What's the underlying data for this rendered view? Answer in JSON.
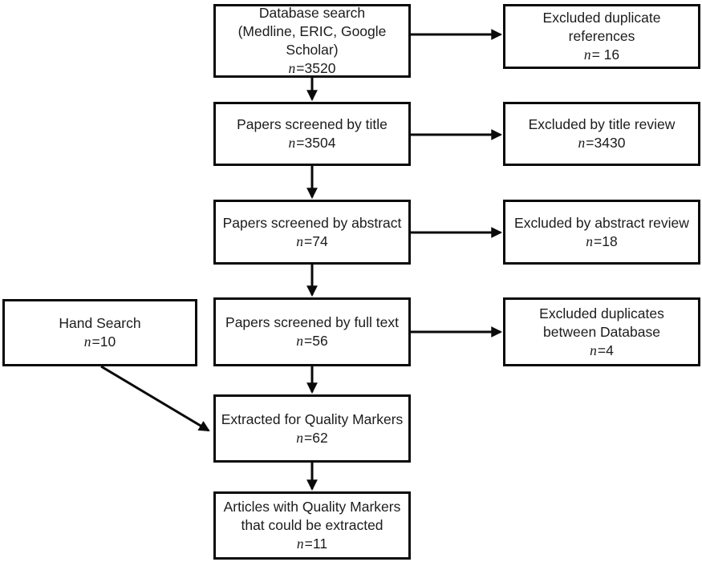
{
  "n_symbol": "n",
  "colors": {
    "stroke": "#0a0a0a",
    "background": "#ffffff",
    "text": "#1c1c1c"
  },
  "boxes": {
    "database_search": {
      "lines": [
        "Database search",
        "(Medline, ERIC, Google Scholar)"
      ],
      "n": "=3520"
    },
    "excluded_duplicate_references": {
      "lines": [
        "Excluded duplicate",
        "references"
      ],
      "n": "= 16"
    },
    "papers_screened_by_title": {
      "lines": [
        "Papers screened by title"
      ],
      "n": "=3504"
    },
    "excluded_by_title_review": {
      "lines": [
        "Excluded by title review"
      ],
      "n": "=3430"
    },
    "papers_screened_by_abstract": {
      "lines": [
        "Papers screened by abstract"
      ],
      "n": "=74"
    },
    "excluded_by_abstract_review": {
      "lines": [
        "Excluded by abstract review"
      ],
      "n": "=18"
    },
    "papers_screened_by_full_text": {
      "lines": [
        "Papers screened by full text"
      ],
      "n": "=56"
    },
    "excluded_duplicates_between_database": {
      "lines": [
        "Excluded duplicates",
        "between Database"
      ],
      "n": "=4"
    },
    "hand_search": {
      "lines": [
        "Hand Search"
      ],
      "n": "=10"
    },
    "extracted_for_quality_markers": {
      "lines": [
        "Extracted for Quality Markers"
      ],
      "n": "=62"
    },
    "articles_with_quality_markers": {
      "lines": [
        "Articles with Quality Markers",
        "that could be extracted"
      ],
      "n": "=11"
    }
  },
  "edges": [
    {
      "from": "database_search",
      "to": "excluded_duplicate_references"
    },
    {
      "from": "database_search",
      "to": "papers_screened_by_title"
    },
    {
      "from": "papers_screened_by_title",
      "to": "excluded_by_title_review"
    },
    {
      "from": "papers_screened_by_title",
      "to": "papers_screened_by_abstract"
    },
    {
      "from": "papers_screened_by_abstract",
      "to": "excluded_by_abstract_review"
    },
    {
      "from": "papers_screened_by_abstract",
      "to": "papers_screened_by_full_text"
    },
    {
      "from": "papers_screened_by_full_text",
      "to": "excluded_duplicates_between_database"
    },
    {
      "from": "papers_screened_by_full_text",
      "to": "extracted_for_quality_markers"
    },
    {
      "from": "hand_search",
      "to": "extracted_for_quality_markers"
    },
    {
      "from": "extracted_for_quality_markers",
      "to": "articles_with_quality_markers"
    }
  ]
}
